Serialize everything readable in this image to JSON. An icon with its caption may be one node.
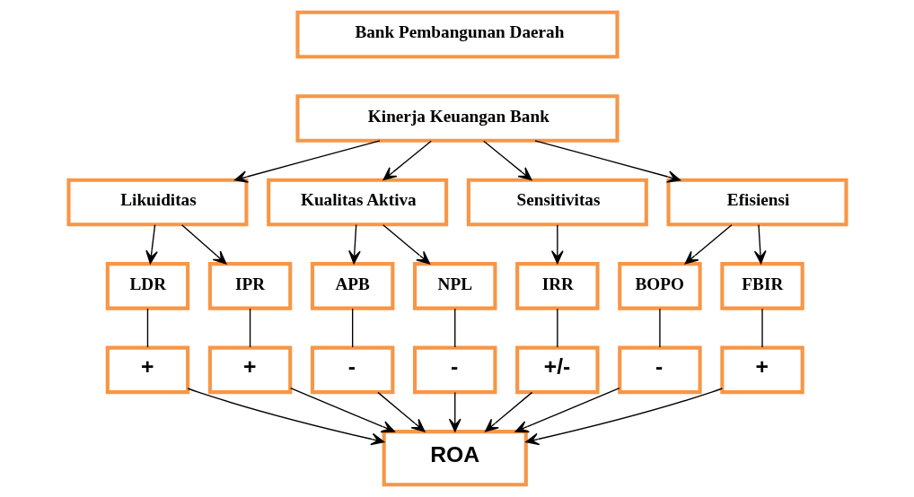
{
  "diagram": {
    "nodes": [
      {
        "text": [
          "Bank Pembangunan Daerah"
        ]
      },
      {
        "text": [
          "Kinerja Keuangan Bank"
        ]
      },
      {
        "text": [
          "Likuiditas"
        ]
      },
      {
        "text": [
          "Kualitas Aktiva"
        ]
      },
      {
        "text": [
          "Sensitivitas"
        ]
      },
      {
        "text": [
          "Efisiensi"
        ]
      },
      {
        "text": [
          "LDR"
        ]
      },
      {
        "text": [
          "IPR"
        ]
      },
      {
        "text": [
          "APB"
        ]
      },
      {
        "text": [
          "NPL"
        ]
      },
      {
        "text": [
          "IRR"
        ]
      },
      {
        "text": [
          "BOPO"
        ]
      },
      {
        "text": [
          "FBIR"
        ]
      },
      {
        "text": [
          "+"
        ]
      },
      {
        "text": [
          "+"
        ]
      },
      {
        "text": [
          "-"
        ]
      },
      {
        "text": [
          "-"
        ]
      },
      {
        "text": [
          "+/-"
        ]
      },
      {
        "text": [
          "-"
        ]
      },
      {
        "text": [
          "+"
        ]
      },
      {
        "text": [
          "ROA"
        ]
      }
    ],
    "edges": [
      {
        "from": 1,
        "to": 2,
        "arrow": "to"
      },
      {
        "from": 1,
        "to": 3,
        "arrow": "to"
      },
      {
        "from": 1,
        "to": 4,
        "arrow": "to"
      },
      {
        "from": 1,
        "to": 5,
        "arrow": "to"
      },
      {
        "from": 2,
        "to": 6,
        "arrow": "to"
      },
      {
        "from": 2,
        "to": 7,
        "arrow": "to"
      },
      {
        "from": 3,
        "to": 8,
        "arrow": "to"
      },
      {
        "from": 3,
        "to": 9,
        "arrow": "to"
      },
      {
        "from": 4,
        "to": 10,
        "arrow": "to"
      },
      {
        "from": 5,
        "to": 11,
        "arrow": "to"
      },
      {
        "from": 5,
        "to": 12,
        "arrow": "to"
      },
      {
        "from": 6,
        "to": 13,
        "arrow": "none"
      },
      {
        "from": 7,
        "to": 14,
        "arrow": "none"
      },
      {
        "from": 8,
        "to": 15,
        "arrow": "none"
      },
      {
        "from": 9,
        "to": 16,
        "arrow": "none"
      },
      {
        "from": 10,
        "to": 17,
        "arrow": "none"
      },
      {
        "from": 11,
        "to": 18,
        "arrow": "none"
      },
      {
        "from": 12,
        "to": 19,
        "arrow": "none"
      },
      {
        "from": 13,
        "to": 20,
        "arrow": "to"
      },
      {
        "from": 14,
        "to": 20,
        "arrow": "to"
      },
      {
        "from": 15,
        "to": 20,
        "arrow": "to"
      },
      {
        "from": 16,
        "to": 20,
        "arrow": "to"
      },
      {
        "from": 17,
        "to": 20,
        "arrow": "to"
      },
      {
        "from": 18,
        "to": 20,
        "arrow": "to"
      },
      {
        "from": 19,
        "to": 20,
        "arrow": "to"
      }
    ]
  }
}
